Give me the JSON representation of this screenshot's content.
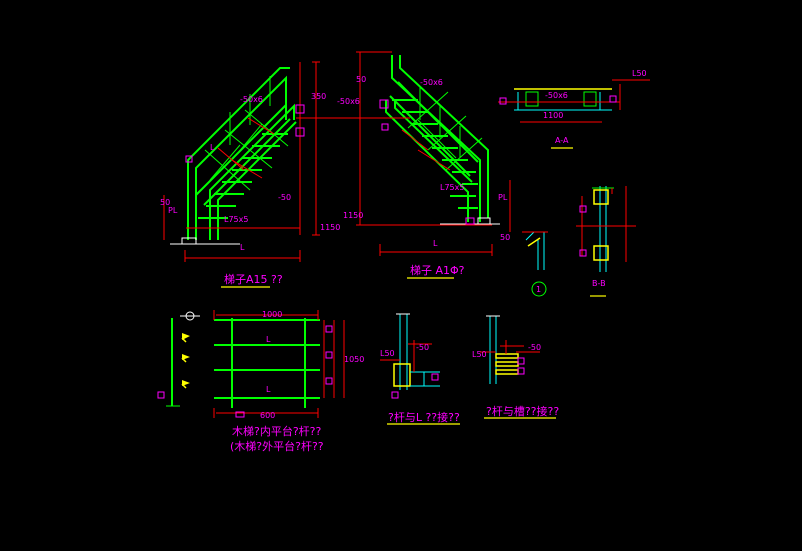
{
  "colors": {
    "background": "#000000",
    "member": "#00ff00",
    "dimension": "#ff0000",
    "text": "#ff00ff",
    "weld": "#ffff00",
    "section": "#00ffff"
  },
  "labels": {
    "ladder_left": "梯子A15 ??",
    "ladder_right": "梯子 A1Φ?",
    "section_aa": "A-A",
    "section_bb": "B-B",
    "detail_1": "1",
    "railing_line1": "木梯?内平台?杆??",
    "railing_line2": "(木梯?外平台?杆??",
    "post_detail_1": "?杆与L ??接??",
    "post_detail_2": "?杆与槽??接??"
  }
}
